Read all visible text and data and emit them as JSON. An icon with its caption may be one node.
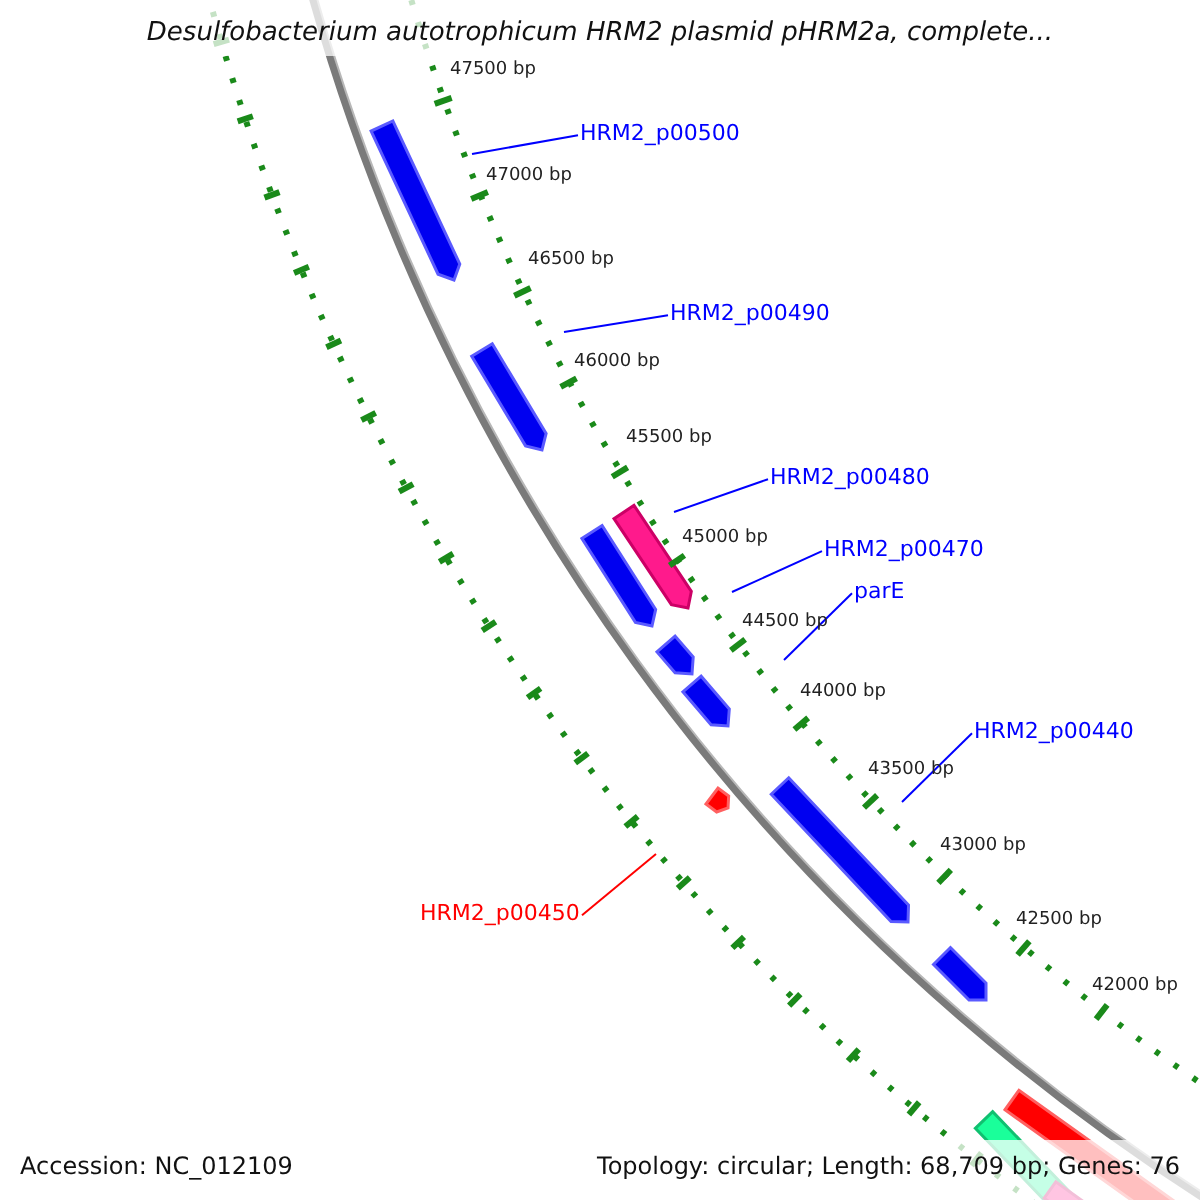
{
  "diagram": {
    "title": "Desulfobacterium autotrophicum HRM2 plasmid pHRM2a, complete...",
    "nodes": [
      {
        "text": [
          "HRM2_p00500"
        ]
      },
      {
        "text": [
          "HRM2_p00490"
        ]
      },
      {
        "text": [
          "HRM2_p00480"
        ]
      },
      {
        "text": [
          "HRM2_p00470"
        ]
      },
      {
        "text": [
          "parE"
        ]
      },
      {
        "text": [
          "HRM2_p00440"
        ]
      },
      {
        "text": [
          "HRM2_p00450"
        ]
      }
    ],
    "edges": [
      {
        "from": 0,
        "to": null,
        "arrow": "none"
      },
      {
        "from": 1,
        "to": null,
        "arrow": "none"
      },
      {
        "from": 2,
        "to": null,
        "arrow": "none"
      },
      {
        "from": 3,
        "to": null,
        "arrow": "none"
      },
      {
        "from": 4,
        "to": null,
        "arrow": "none"
      },
      {
        "from": 5,
        "to": null,
        "arrow": "none"
      },
      {
        "from": 6,
        "to": null,
        "arrow": "none",
        "color": "#ff0000"
      }
    ],
    "labels": [
      "47500 bp",
      "47000 bp",
      "46500 bp",
      "46000 bp",
      "45500 bp",
      "45000 bp",
      "44500 bp",
      "44000 bp",
      "43500 bp",
      "43000 bp",
      "42500 bp",
      "42000 bp",
      "Accession: NC_012109",
      "Topology: circular; Length: 68,709 bp; Genes: 76"
    ]
  }
}
